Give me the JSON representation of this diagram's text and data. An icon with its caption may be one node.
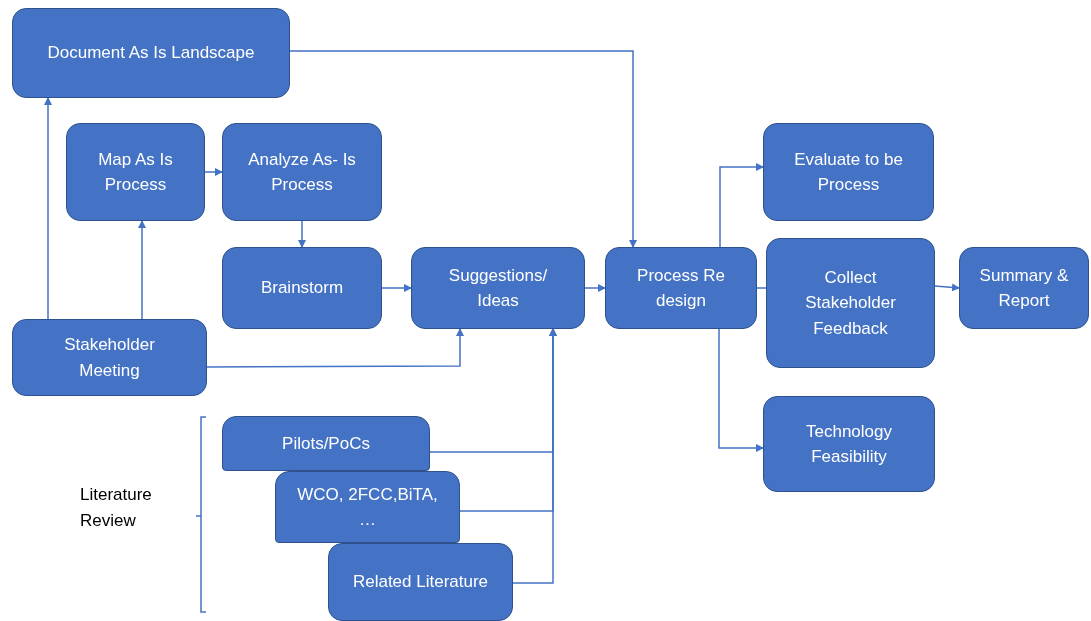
{
  "diagram": {
    "nodes": [
      {
        "text": [
          "Document As Is Landscape"
        ]
      },
      {
        "text": [
          "Map As Is Process"
        ]
      },
      {
        "text": [
          "Analyze As- Is Process"
        ]
      },
      {
        "text": [
          "Stakeholder Meeting"
        ]
      },
      {
        "text": [
          "Brainstorm"
        ]
      },
      {
        "text": [
          "Suggestions/ Ideas"
        ]
      },
      {
        "text": [
          "Process Re design"
        ]
      },
      {
        "text": [
          "Evaluate to be Process"
        ]
      },
      {
        "text": [
          "Collect Stakeholder Feedback"
        ]
      },
      {
        "text": [
          "Summary & Report"
        ]
      },
      {
        "text": [
          "Technology Feasibility"
        ]
      },
      {
        "text": [
          "Pilots/PoCs"
        ]
      },
      {
        "text": [
          "WCO, 2FCC,BiTA, …"
        ]
      },
      {
        "text": [
          "Related Literature"
        ]
      }
    ],
    "edges": [
      {
        "from": 3,
        "to": 0,
        "arrow": "to"
      },
      {
        "from": 3,
        "to": 1,
        "arrow": "to"
      },
      {
        "from": 1,
        "to": 2,
        "arrow": "to"
      },
      {
        "from": 2,
        "to": 4,
        "arrow": "to"
      },
      {
        "from": 4,
        "to": 5,
        "arrow": "to"
      },
      {
        "from": 3,
        "to": 5,
        "arrow": "to"
      },
      {
        "from": 11,
        "to": 5,
        "arrow": "to"
      },
      {
        "from": 12,
        "to": 5,
        "arrow": "to"
      },
      {
        "from": 13,
        "to": 5,
        "arrow": "to"
      },
      {
        "from": 5,
        "to": 6,
        "arrow": "to"
      },
      {
        "from": 0,
        "to": 6,
        "arrow": "to"
      },
      {
        "from": 6,
        "to": 7,
        "arrow": "to"
      },
      {
        "from": 6,
        "to": 10,
        "arrow": "to"
      },
      {
        "from": 6,
        "to": 8,
        "arrow": "none"
      },
      {
        "from": 8,
        "to": 9,
        "arrow": "to"
      }
    ],
    "labels": [
      "Literature Review"
    ]
  }
}
